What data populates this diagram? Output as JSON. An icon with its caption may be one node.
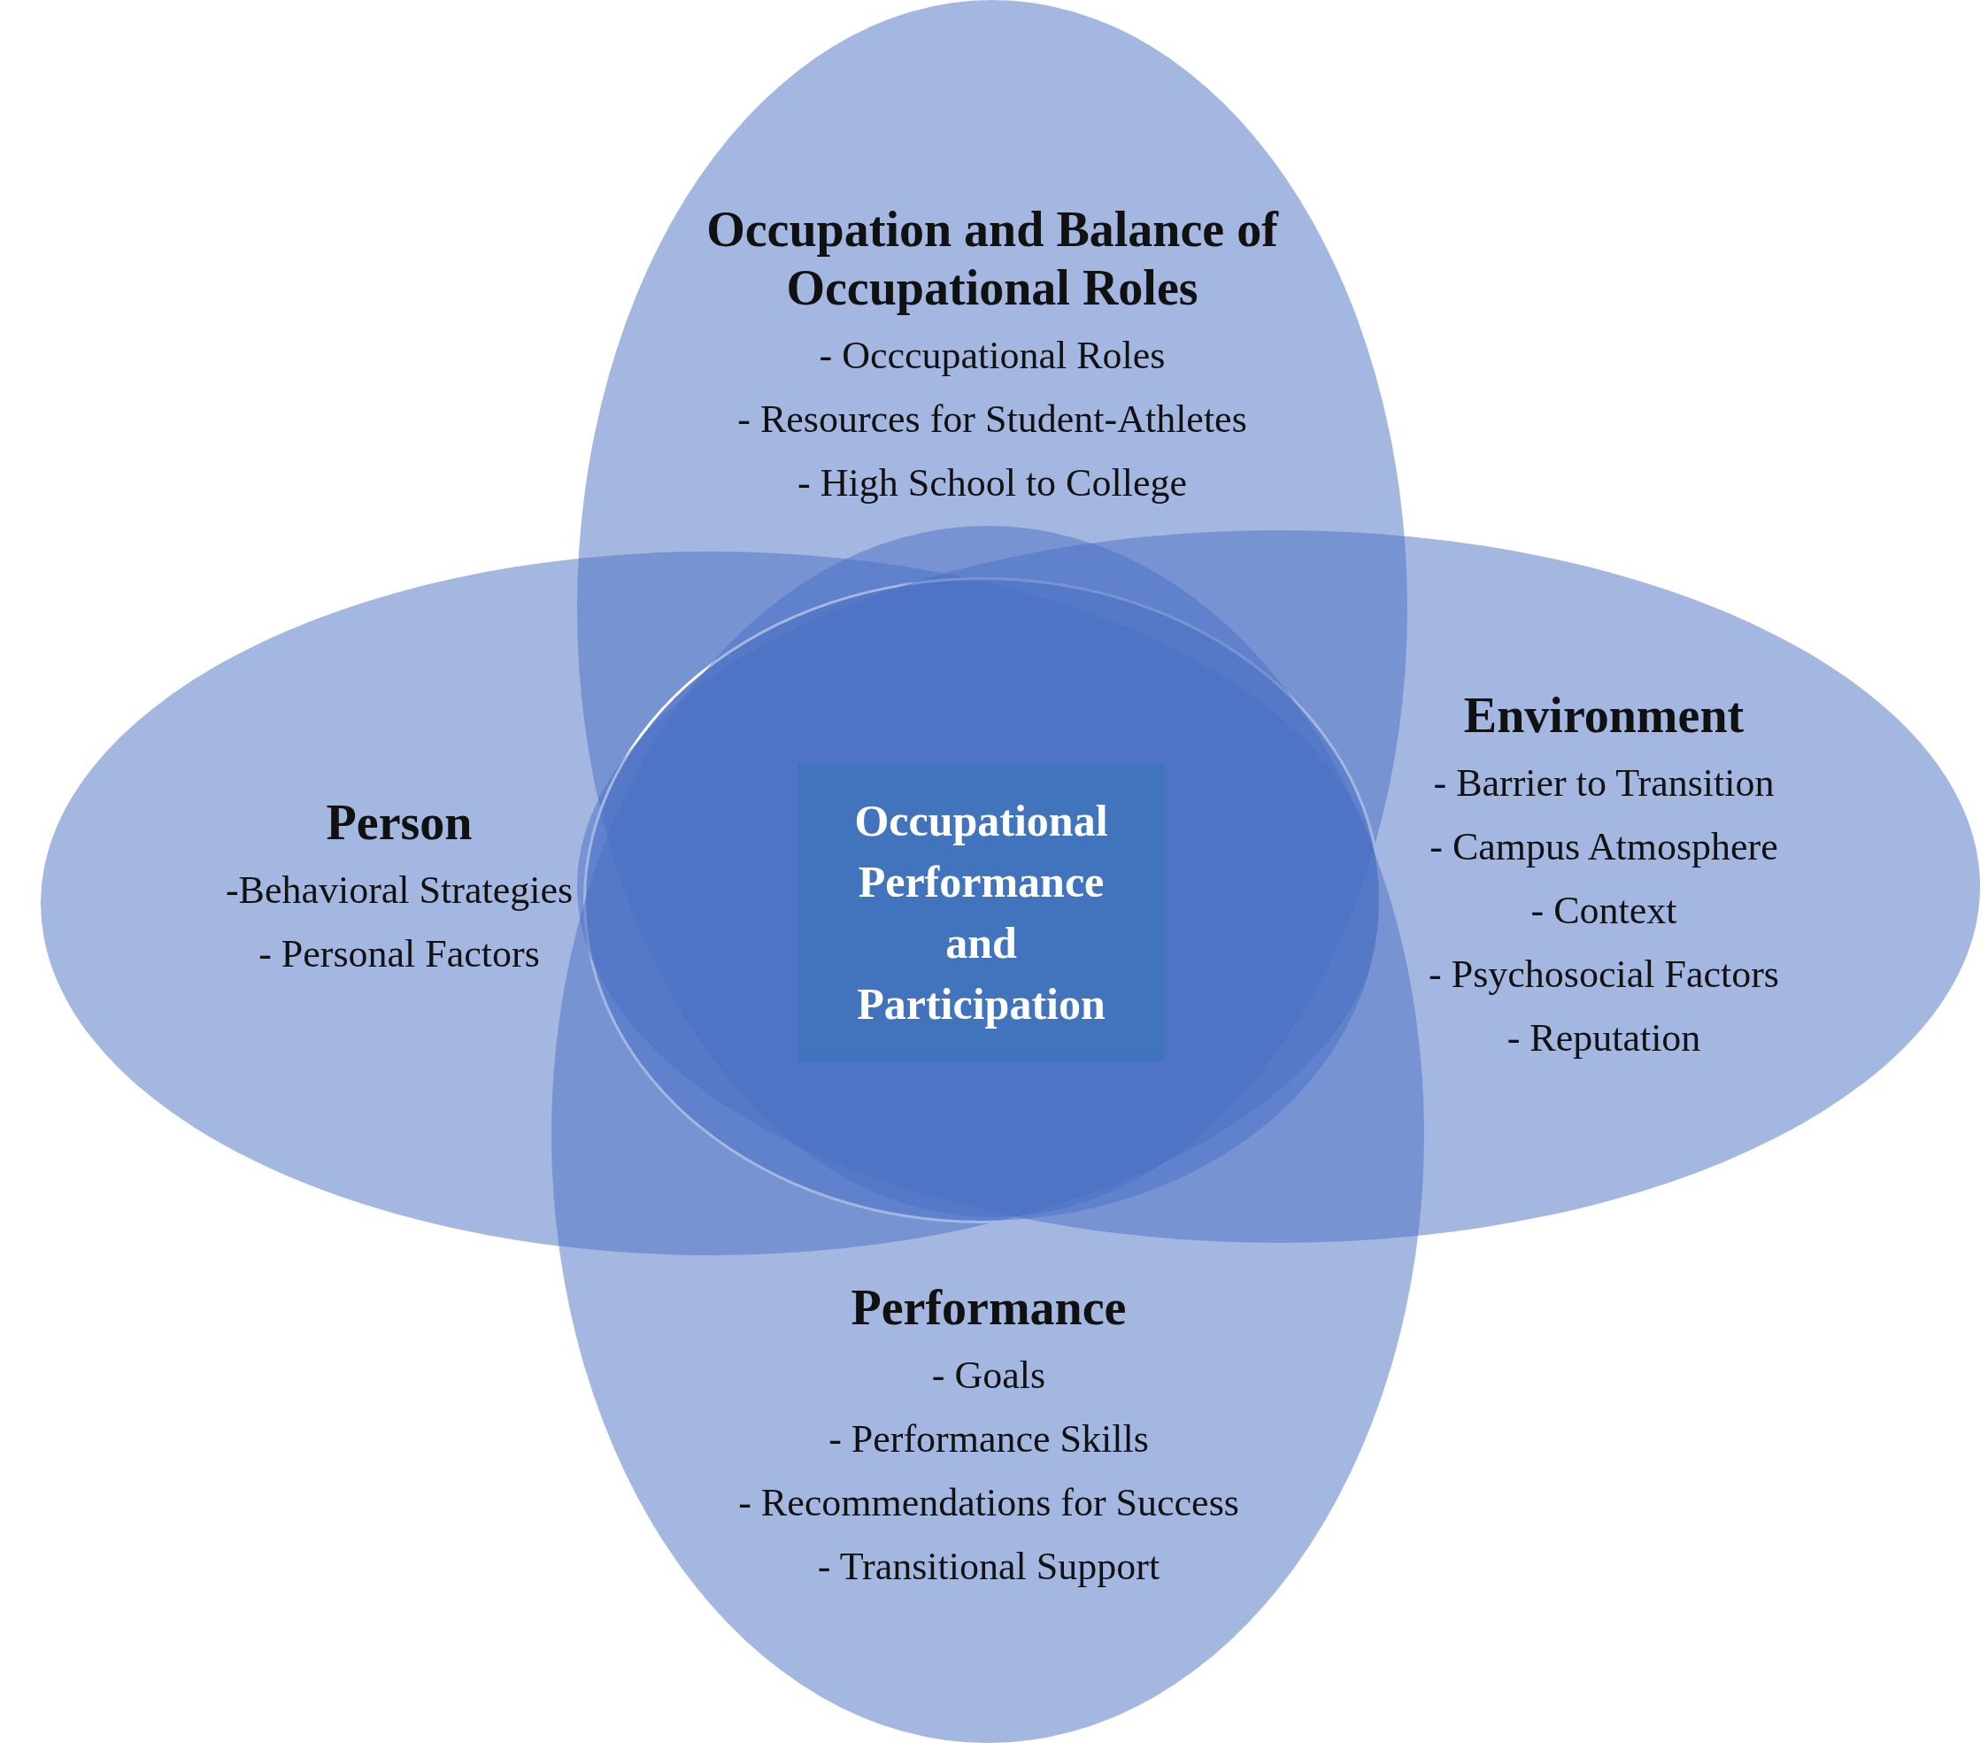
{
  "diagram": {
    "nodes": [
      {
        "text": [
          "Occupation and Balance of Occupational Roles",
          "- Occcupational Roles",
          "- Resources for Student-Athletes",
          "- High School to College"
        ]
      },
      {
        "text": [
          "Person",
          "-Behavioral Strategies",
          "- Personal Factors"
        ]
      },
      {
        "text": [],
        "shape": "ellipse"
      },
      {
        "text": [
          "Occupational Performance and Participation"
        ],
        "in": 2
      },
      {
        "text": [
          "Environment",
          "- Barrier to Transition",
          "- Campus Atmosphere",
          "- Context",
          "- Psychosocial Factors",
          "- Reputation"
        ]
      },
      {
        "text": [
          "Performance",
          "- Goals",
          "- Performance Skills",
          "- Recommendations for Success",
          "- Transitional Support"
        ]
      }
    ]
  }
}
